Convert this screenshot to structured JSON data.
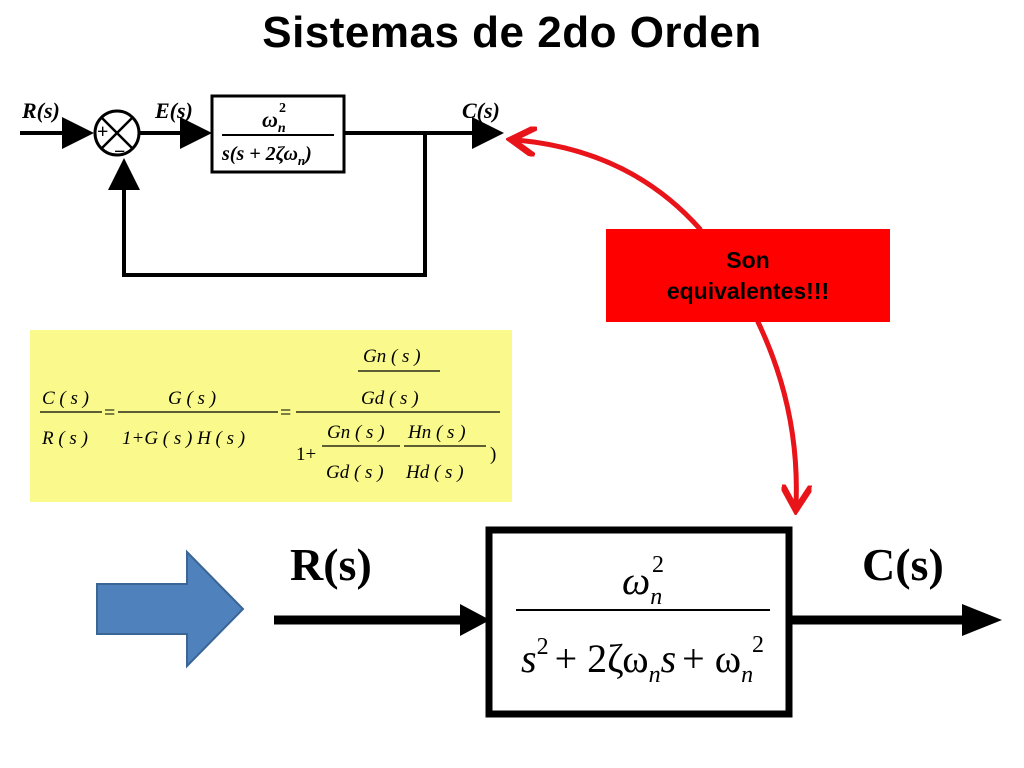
{
  "title": "Sistemas de 2do Orden",
  "callout": {
    "line1": "Son",
    "line2": "equivalentes!!!",
    "color": "#ff0000"
  },
  "top_diagram": {
    "input": "R(s)",
    "error": "E(s)",
    "output": "C(s)",
    "plus": "+",
    "minus": "−",
    "tf_num": "ω",
    "tf_num_sub": "n",
    "tf_num_sup": "2",
    "tf_den": "s(s + 2ζω",
    "tf_den_sub": "n",
    "tf_den_close": ")"
  },
  "formula": {
    "bg_color": "#fafa8c",
    "lhs_num": "C ( s )",
    "lhs_den": "R ( s )",
    "eq1": "=",
    "mid_num": "G ( s )",
    "mid_den": "1+G ( s ) H ( s )",
    "eq2": "=",
    "rhs_top_num": "Gn ( s )",
    "rhs_top_den": "Gd ( s )",
    "rhs_one_plus": "1+",
    "rhs_f1_num": "Gn ( s )",
    "rhs_f1_den": "Gd ( s )",
    "rhs_f2_num": "Hn ( s )",
    "rhs_f2_den": "Hd ( s )",
    "rhs_close": ")"
  },
  "bottom_diagram": {
    "input": "R(s)",
    "output": "C(s)",
    "num_omega": "ω",
    "num_sub": "n",
    "num_sup": "2",
    "den_s": "s",
    "den_s_sup": "2",
    "den_plus1": "+ 2ζω",
    "den_sub1": "n",
    "den_s2": "s",
    "den_plus2": "+ ω",
    "den_sub2": "n",
    "den_sup2": "2"
  },
  "block_arrow": {
    "color": "#4f81bd",
    "icon": "right-arrow-icon"
  }
}
